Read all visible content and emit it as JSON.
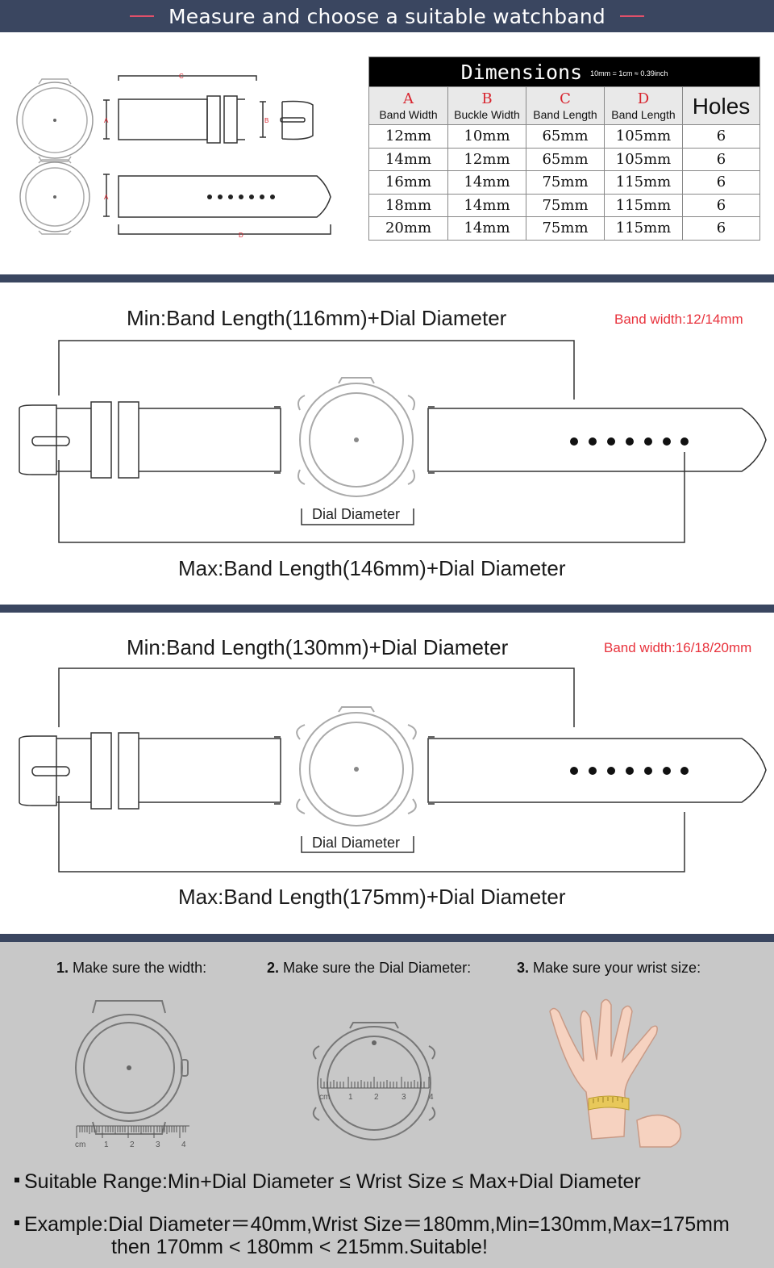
{
  "header": {
    "title": "Measure and  choose a suitable watchband"
  },
  "diagram_top": {
    "letters": [
      "C",
      "A",
      "B",
      "A",
      "D"
    ]
  },
  "dimensions_table": {
    "title": "Dimensions",
    "note": "10mm = 1cm ≈ 0.39inch",
    "columns": [
      {
        "letter": "A",
        "name": "Band Width"
      },
      {
        "letter": "B",
        "name": "Buckle Width"
      },
      {
        "letter": "C",
        "name": "Band Length"
      },
      {
        "letter": "D",
        "name": "Band Length"
      }
    ],
    "holes_header": "Holes",
    "rows": [
      [
        "12mm",
        "10mm",
        "65mm",
        "105mm",
        "6"
      ],
      [
        "14mm",
        "12mm",
        "65mm",
        "105mm",
        "6"
      ],
      [
        "16mm",
        "14mm",
        "75mm",
        "115mm",
        "6"
      ],
      [
        "18mm",
        "14mm",
        "75mm",
        "115mm",
        "6"
      ],
      [
        "20mm",
        "14mm",
        "75mm",
        "115mm",
        "6"
      ]
    ]
  },
  "section1": {
    "min_label": "Min:Band Length(116mm)+Dial Diameter",
    "band_width": "Band width:12/14mm",
    "dial_label": "Dial Diameter",
    "max_label": "Max:Band Length(146mm)+Dial Diameter"
  },
  "section2": {
    "min_label": "Min:Band Length(130mm)+Dial Diameter",
    "band_width": "Band width:16/18/20mm",
    "dial_label": "Dial Diameter",
    "max_label": "Max:Band Length(175mm)+Dial Diameter"
  },
  "steps": {
    "step1_num": "1.",
    "step1_text": " Make sure the width:",
    "step2_num": "2.",
    "step2_text": " Make sure the Dial Diameter:",
    "step3_num": "3.",
    "step3_text": " Make sure your wrist size:",
    "ruler1": [
      "cm",
      "1",
      "2",
      "3",
      "4"
    ],
    "ruler2": [
      "cm",
      "1",
      "2",
      "3",
      "4"
    ]
  },
  "notes": {
    "range": "Suitable Range:Min+Dial Diameter ≤ Wrist Size ≤ Max+Dial Diameter",
    "example_line1": "Example:Dial Diameter＝40mm,Wrist Size＝180mm,Min=130mm,Max=175mm",
    "example_line2": "then 170mm < 180mm < 215mm.Suitable!"
  },
  "colors": {
    "bar": "#3a4660",
    "accent_red": "#e8323c",
    "gray_bg": "#c8c8c8"
  }
}
